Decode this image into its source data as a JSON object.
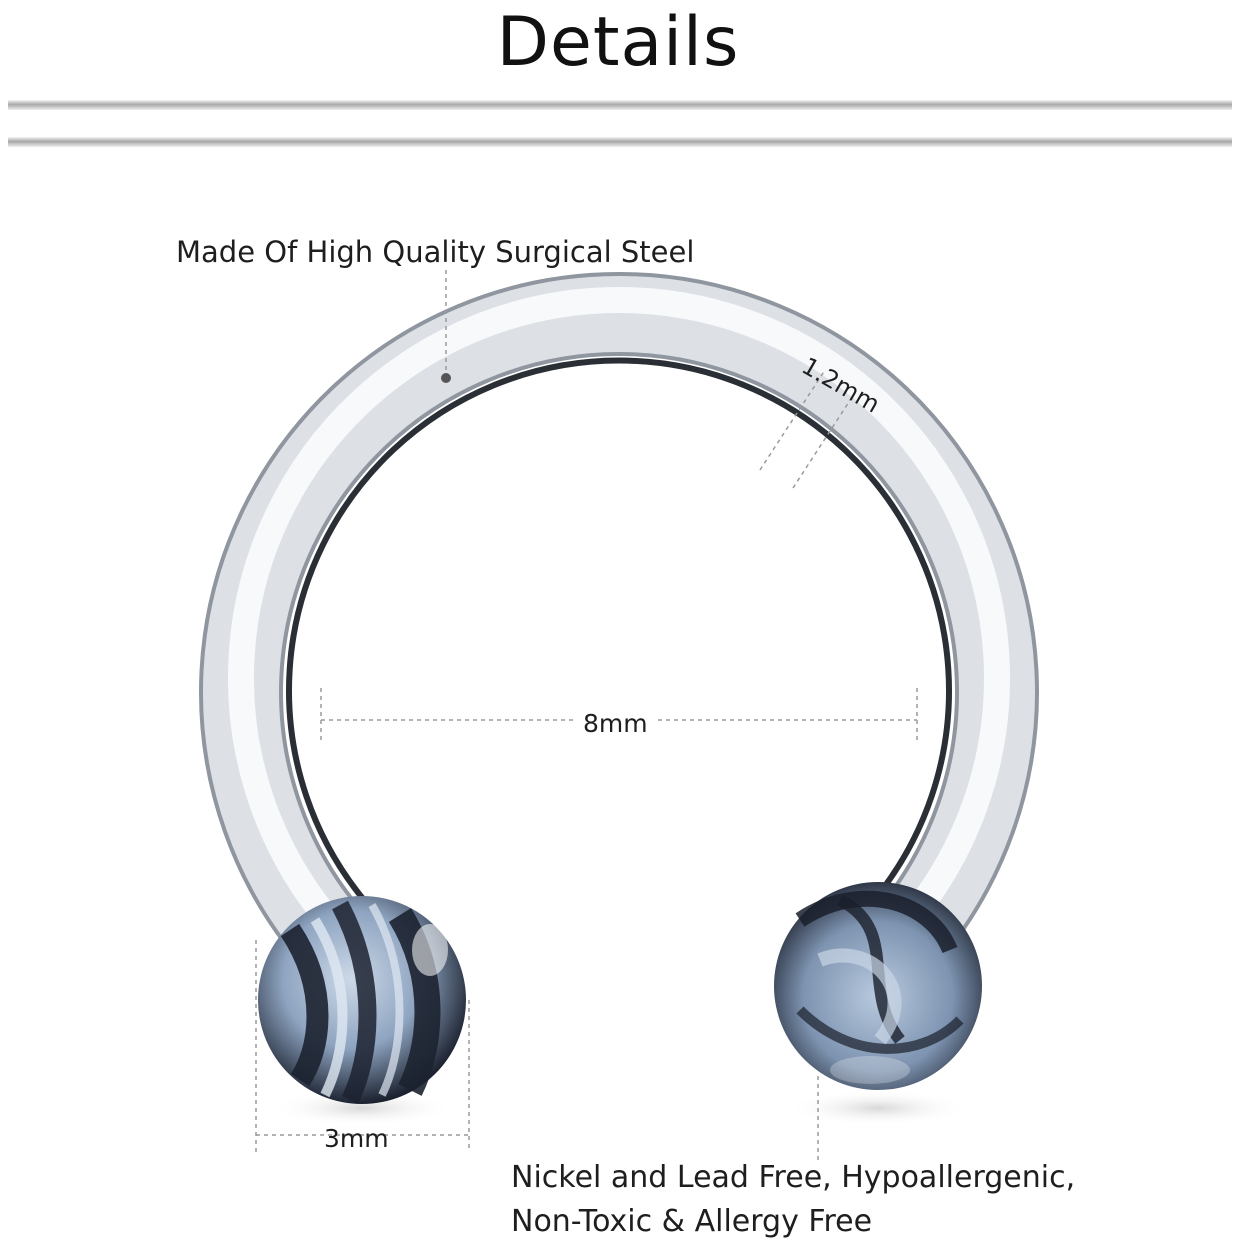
{
  "header": {
    "title": "Details"
  },
  "annotations": {
    "material": "Made Of High Quality Surgical Steel",
    "gauge": "1.2mm",
    "diameter": "8mm",
    "ball_size": "3mm"
  },
  "features": {
    "line1": "Nickel and Lead Free, Hypoallergenic,",
    "line2": "Non-Toxic & Allergy Free"
  },
  "colors": {
    "background": "#ffffff",
    "text": "#1e1e1e",
    "steel": "#d9dde2",
    "ball_blue": "#a9bcd3",
    "ball_dark": "#1f2430",
    "guide_line": "#9a9a9a"
  },
  "icons": {
    "product": "horseshoe-ring-icon"
  }
}
